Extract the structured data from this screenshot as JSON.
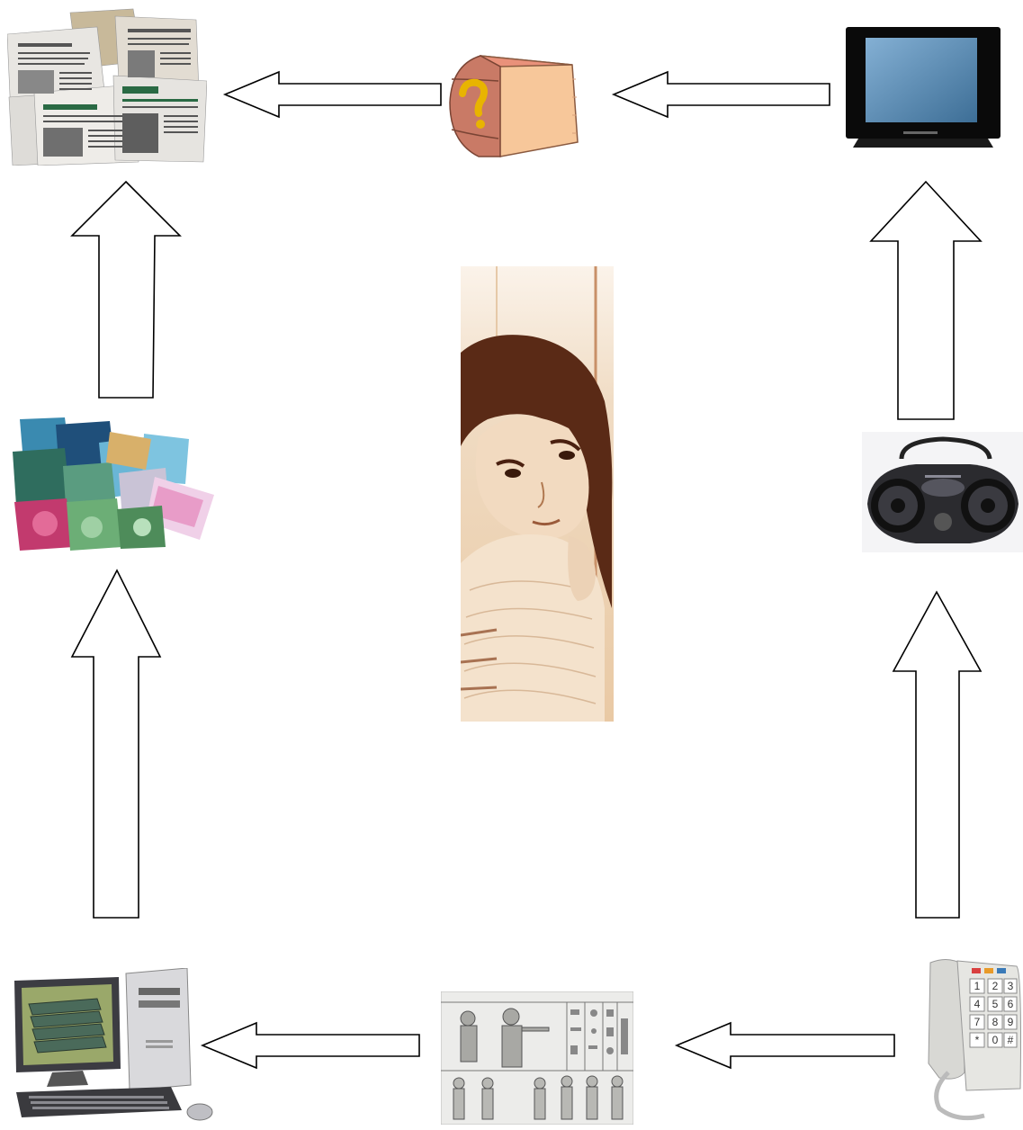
{
  "diagram": {
    "nodes": [
      {
        "id": "newspapers",
        "icon": "newspapers-icon"
      },
      {
        "id": "book",
        "icon": "question-book-icon"
      },
      {
        "id": "television",
        "icon": "television-icon"
      },
      {
        "id": "magazines",
        "icon": "magazines-icon"
      },
      {
        "id": "child-portrait",
        "icon": "child-portrait-photo"
      },
      {
        "id": "radio",
        "icon": "radio-boombox-icon"
      },
      {
        "id": "computer",
        "icon": "desktop-computer-icon"
      },
      {
        "id": "hieroglyphs",
        "icon": "egyptian-hieroglyphs-icon"
      },
      {
        "id": "telephone",
        "icon": "telephone-icon"
      }
    ],
    "edges": [
      {
        "from": "hieroglyphs",
        "to": "computer"
      },
      {
        "from": "telephone",
        "to": "hieroglyphs"
      },
      {
        "from": "computer",
        "to": "magazines"
      },
      {
        "from": "magazines",
        "to": "newspapers"
      },
      {
        "from": "book",
        "to": "newspapers"
      },
      {
        "from": "television",
        "to": "book"
      },
      {
        "from": "radio",
        "to": "television"
      },
      {
        "from": "telephone",
        "to": "radio"
      }
    ],
    "colors": {
      "arrow_stroke": "#000000",
      "arrow_fill": "#ffffff"
    }
  }
}
